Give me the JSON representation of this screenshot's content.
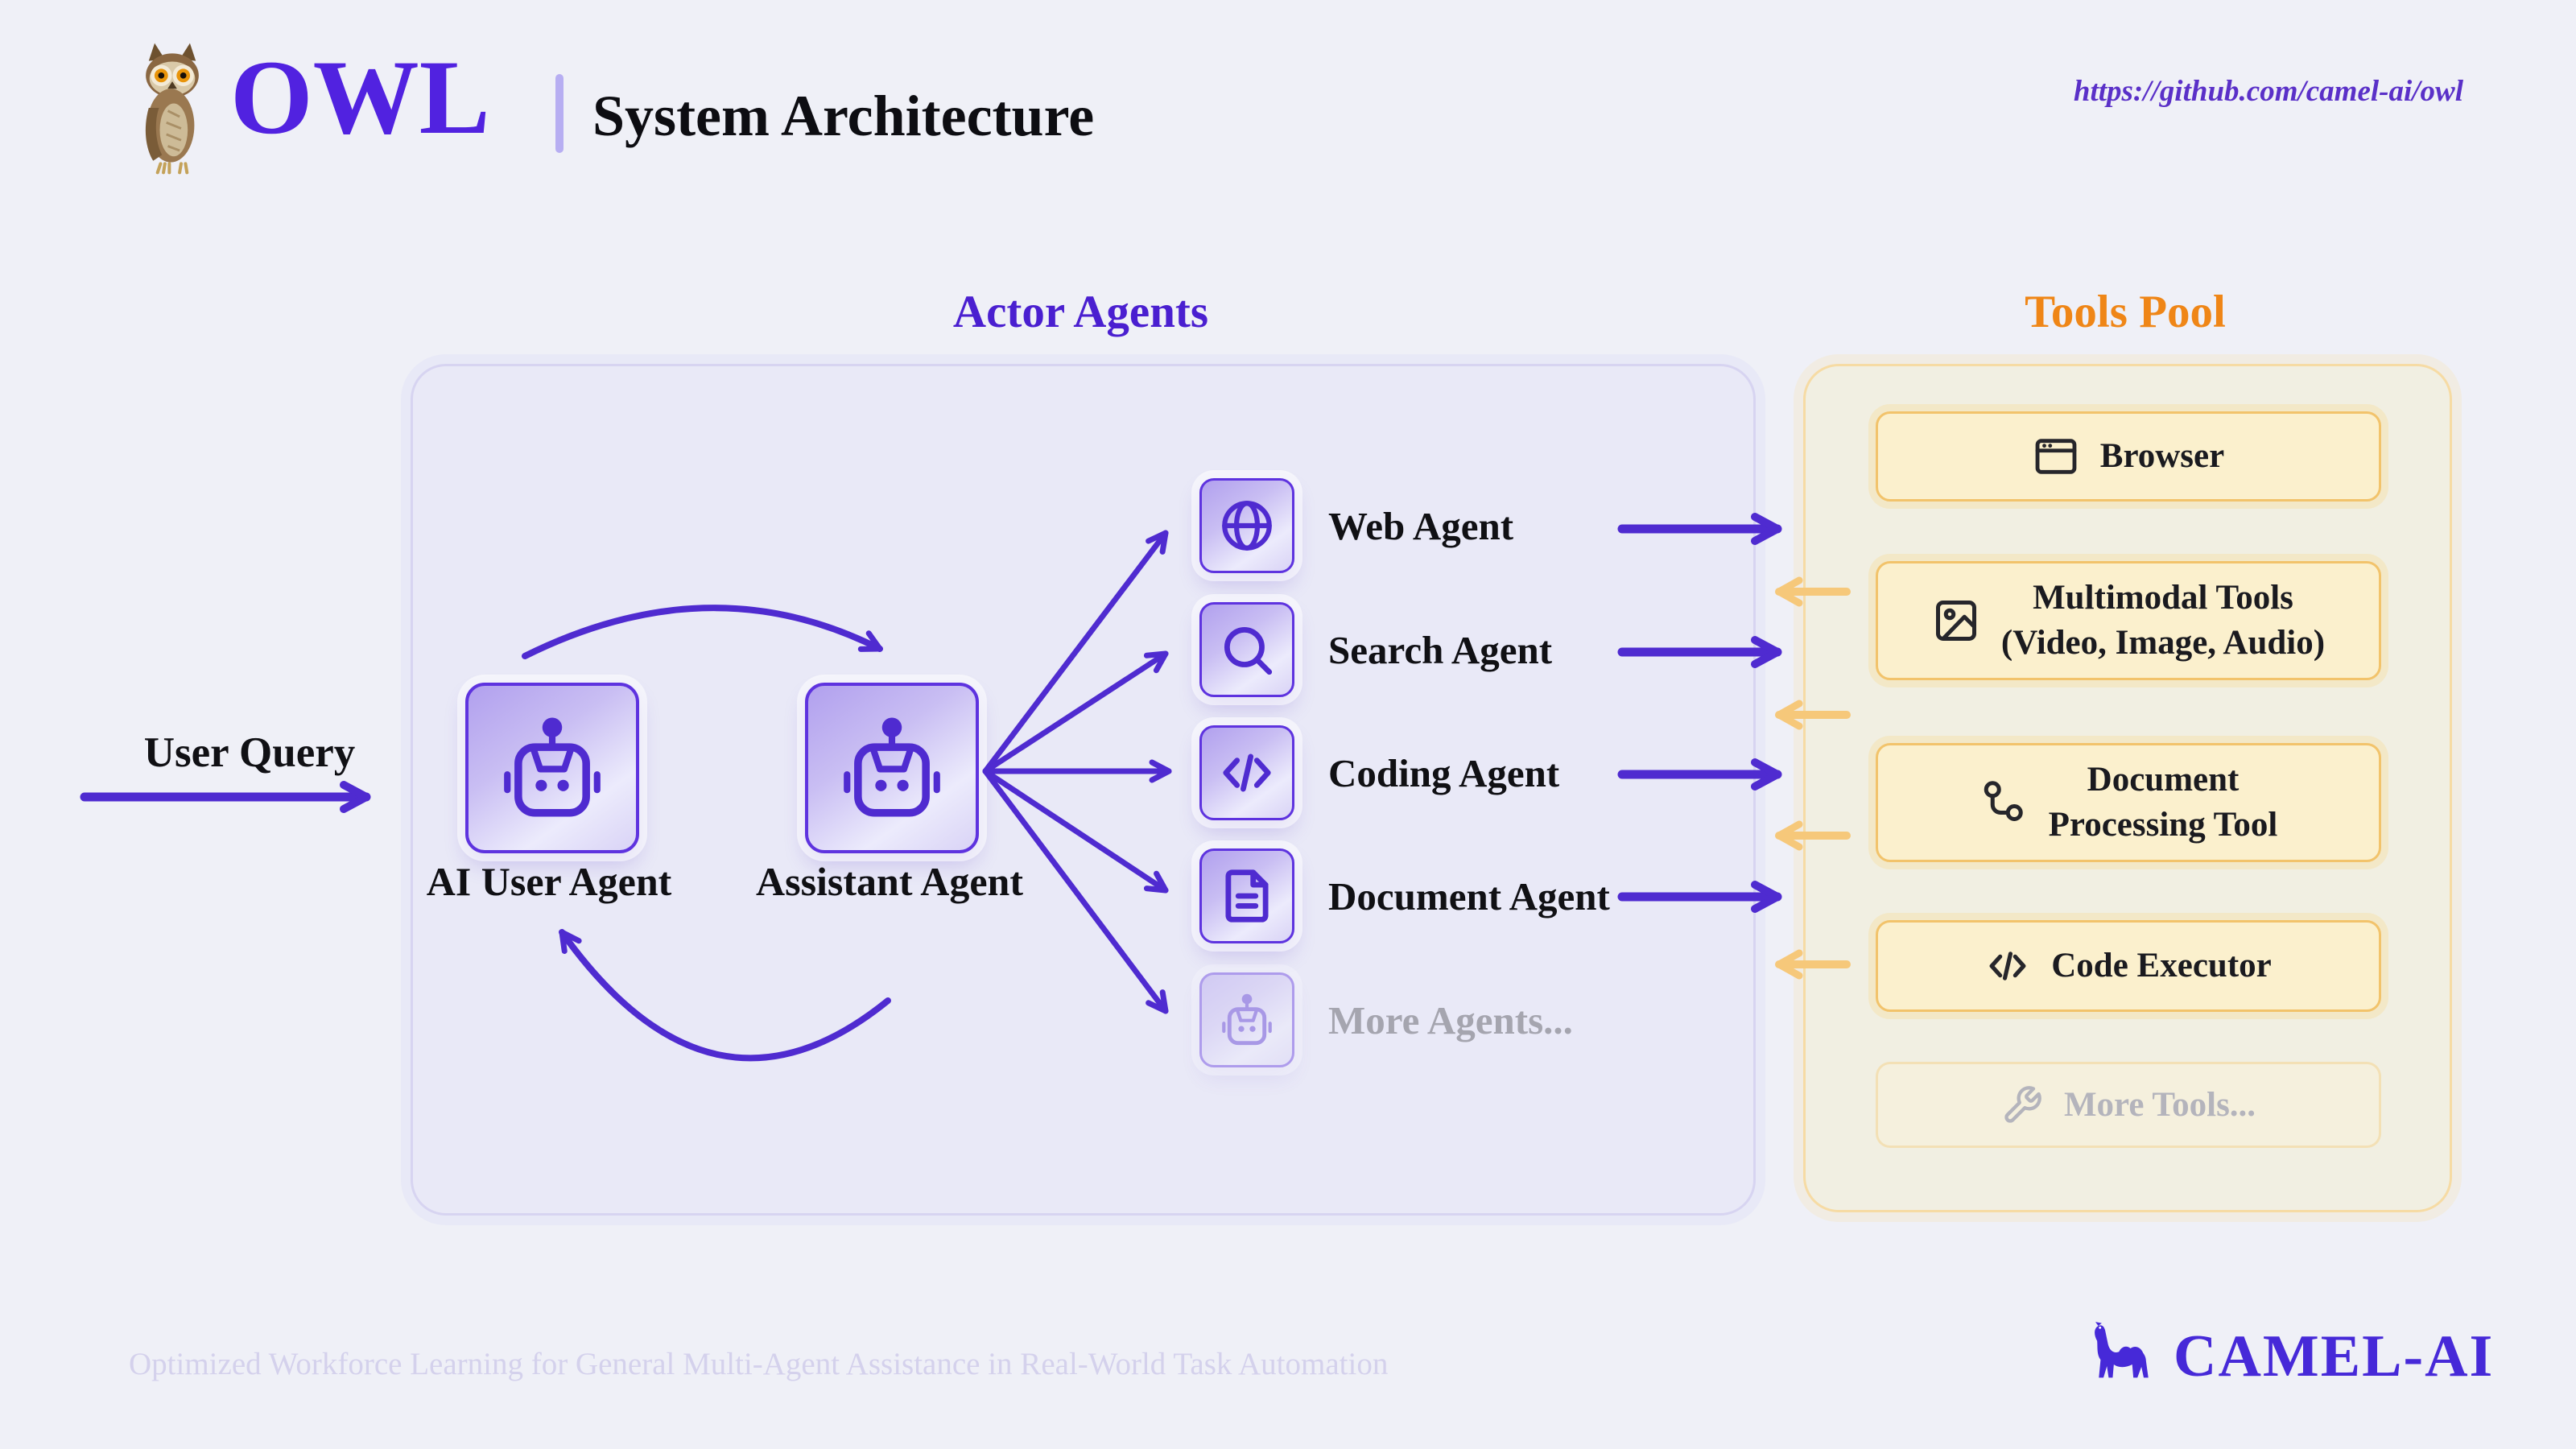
{
  "header": {
    "logo_word": "OWL",
    "title": "System Architecture",
    "url": "https://github.com/camel-ai/owl"
  },
  "user_query": {
    "label": "User Query"
  },
  "actor_agents": {
    "title": "Actor Agents",
    "core_agents": [
      {
        "label": "AI User Agent",
        "icon": "robot-icon"
      },
      {
        "label": "Assistant Agent",
        "icon": "robot-icon"
      }
    ],
    "sub_agents": [
      {
        "label": "Web Agent",
        "icon": "globe-icon",
        "muted": false
      },
      {
        "label": "Search Agent",
        "icon": "search-icon",
        "muted": false
      },
      {
        "label": "Coding Agent",
        "icon": "code-icon",
        "muted": false
      },
      {
        "label": "Document Agent",
        "icon": "file-text-icon",
        "muted": false
      },
      {
        "label": "More Agents...",
        "icon": "robot-icon",
        "muted": true
      }
    ]
  },
  "tools_pool": {
    "title": "Tools Pool",
    "tools": [
      {
        "line1": "Browser",
        "icon": "browser-window-icon",
        "muted": false
      },
      {
        "line1": "Multimodal Tools",
        "line2": "(Video, Image, Audio)",
        "icon": "image-icon",
        "muted": false
      },
      {
        "line1": "Document",
        "line2": "Processing Tool",
        "icon": "workflow-icon",
        "muted": false
      },
      {
        "line1": "Code Executor",
        "icon": "code-icon",
        "muted": false
      },
      {
        "line1": "More Tools...",
        "icon": "wrench-icon",
        "muted": true
      }
    ]
  },
  "footer": {
    "tagline": "Optimized Workforce Learning for General Multi-Agent Assistance in Real-World Task Automation",
    "brand": "CAMEL-AI"
  },
  "colors": {
    "background": "#eff0f7",
    "purple_accent": "#4f2bd0",
    "purple_logo": "#5122e0",
    "orange_title": "#ef8617",
    "orange_arrow": "#f6c87a",
    "actor_panel_fill": "#e9e9f7",
    "actor_panel_border": "#d7d4f1",
    "tools_panel_fill": "#f1efe2",
    "tools_panel_border": "#f6dba4",
    "tool_card_fill": "#fbf0cd",
    "tool_card_border": "#f2c36b",
    "muted_text": "#a5a5af",
    "watermark_text": "#d4d1ec"
  }
}
